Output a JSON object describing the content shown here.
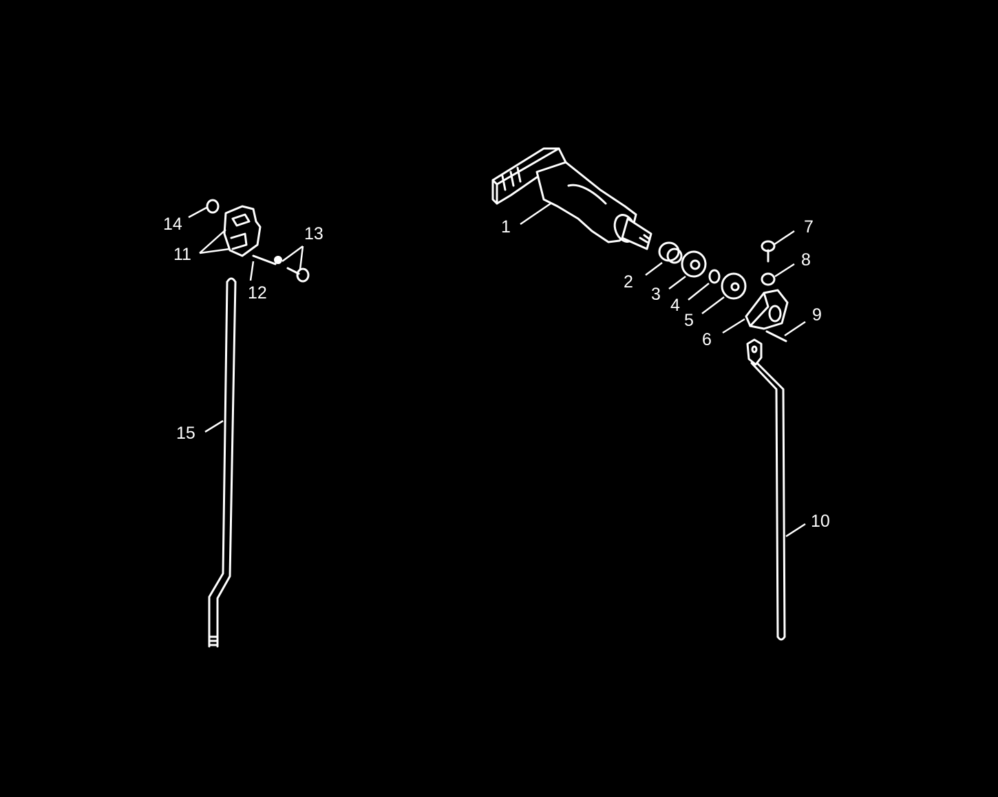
{
  "diagram": {
    "background": "#000000",
    "foreground": "#ffffff",
    "callouts": [
      {
        "id": "1",
        "label": "1"
      },
      {
        "id": "2",
        "label": "2"
      },
      {
        "id": "3",
        "label": "3"
      },
      {
        "id": "4",
        "label": "4"
      },
      {
        "id": "5",
        "label": "5"
      },
      {
        "id": "6",
        "label": "6"
      },
      {
        "id": "7",
        "label": "7"
      },
      {
        "id": "8",
        "label": "8"
      },
      {
        "id": "9",
        "label": "9"
      },
      {
        "id": "10",
        "label": "10"
      },
      {
        "id": "11",
        "label": "11"
      },
      {
        "id": "12",
        "label": "12"
      },
      {
        "id": "13",
        "label": "13"
      },
      {
        "id": "14",
        "label": "14"
      },
      {
        "id": "15",
        "label": "15"
      }
    ]
  }
}
